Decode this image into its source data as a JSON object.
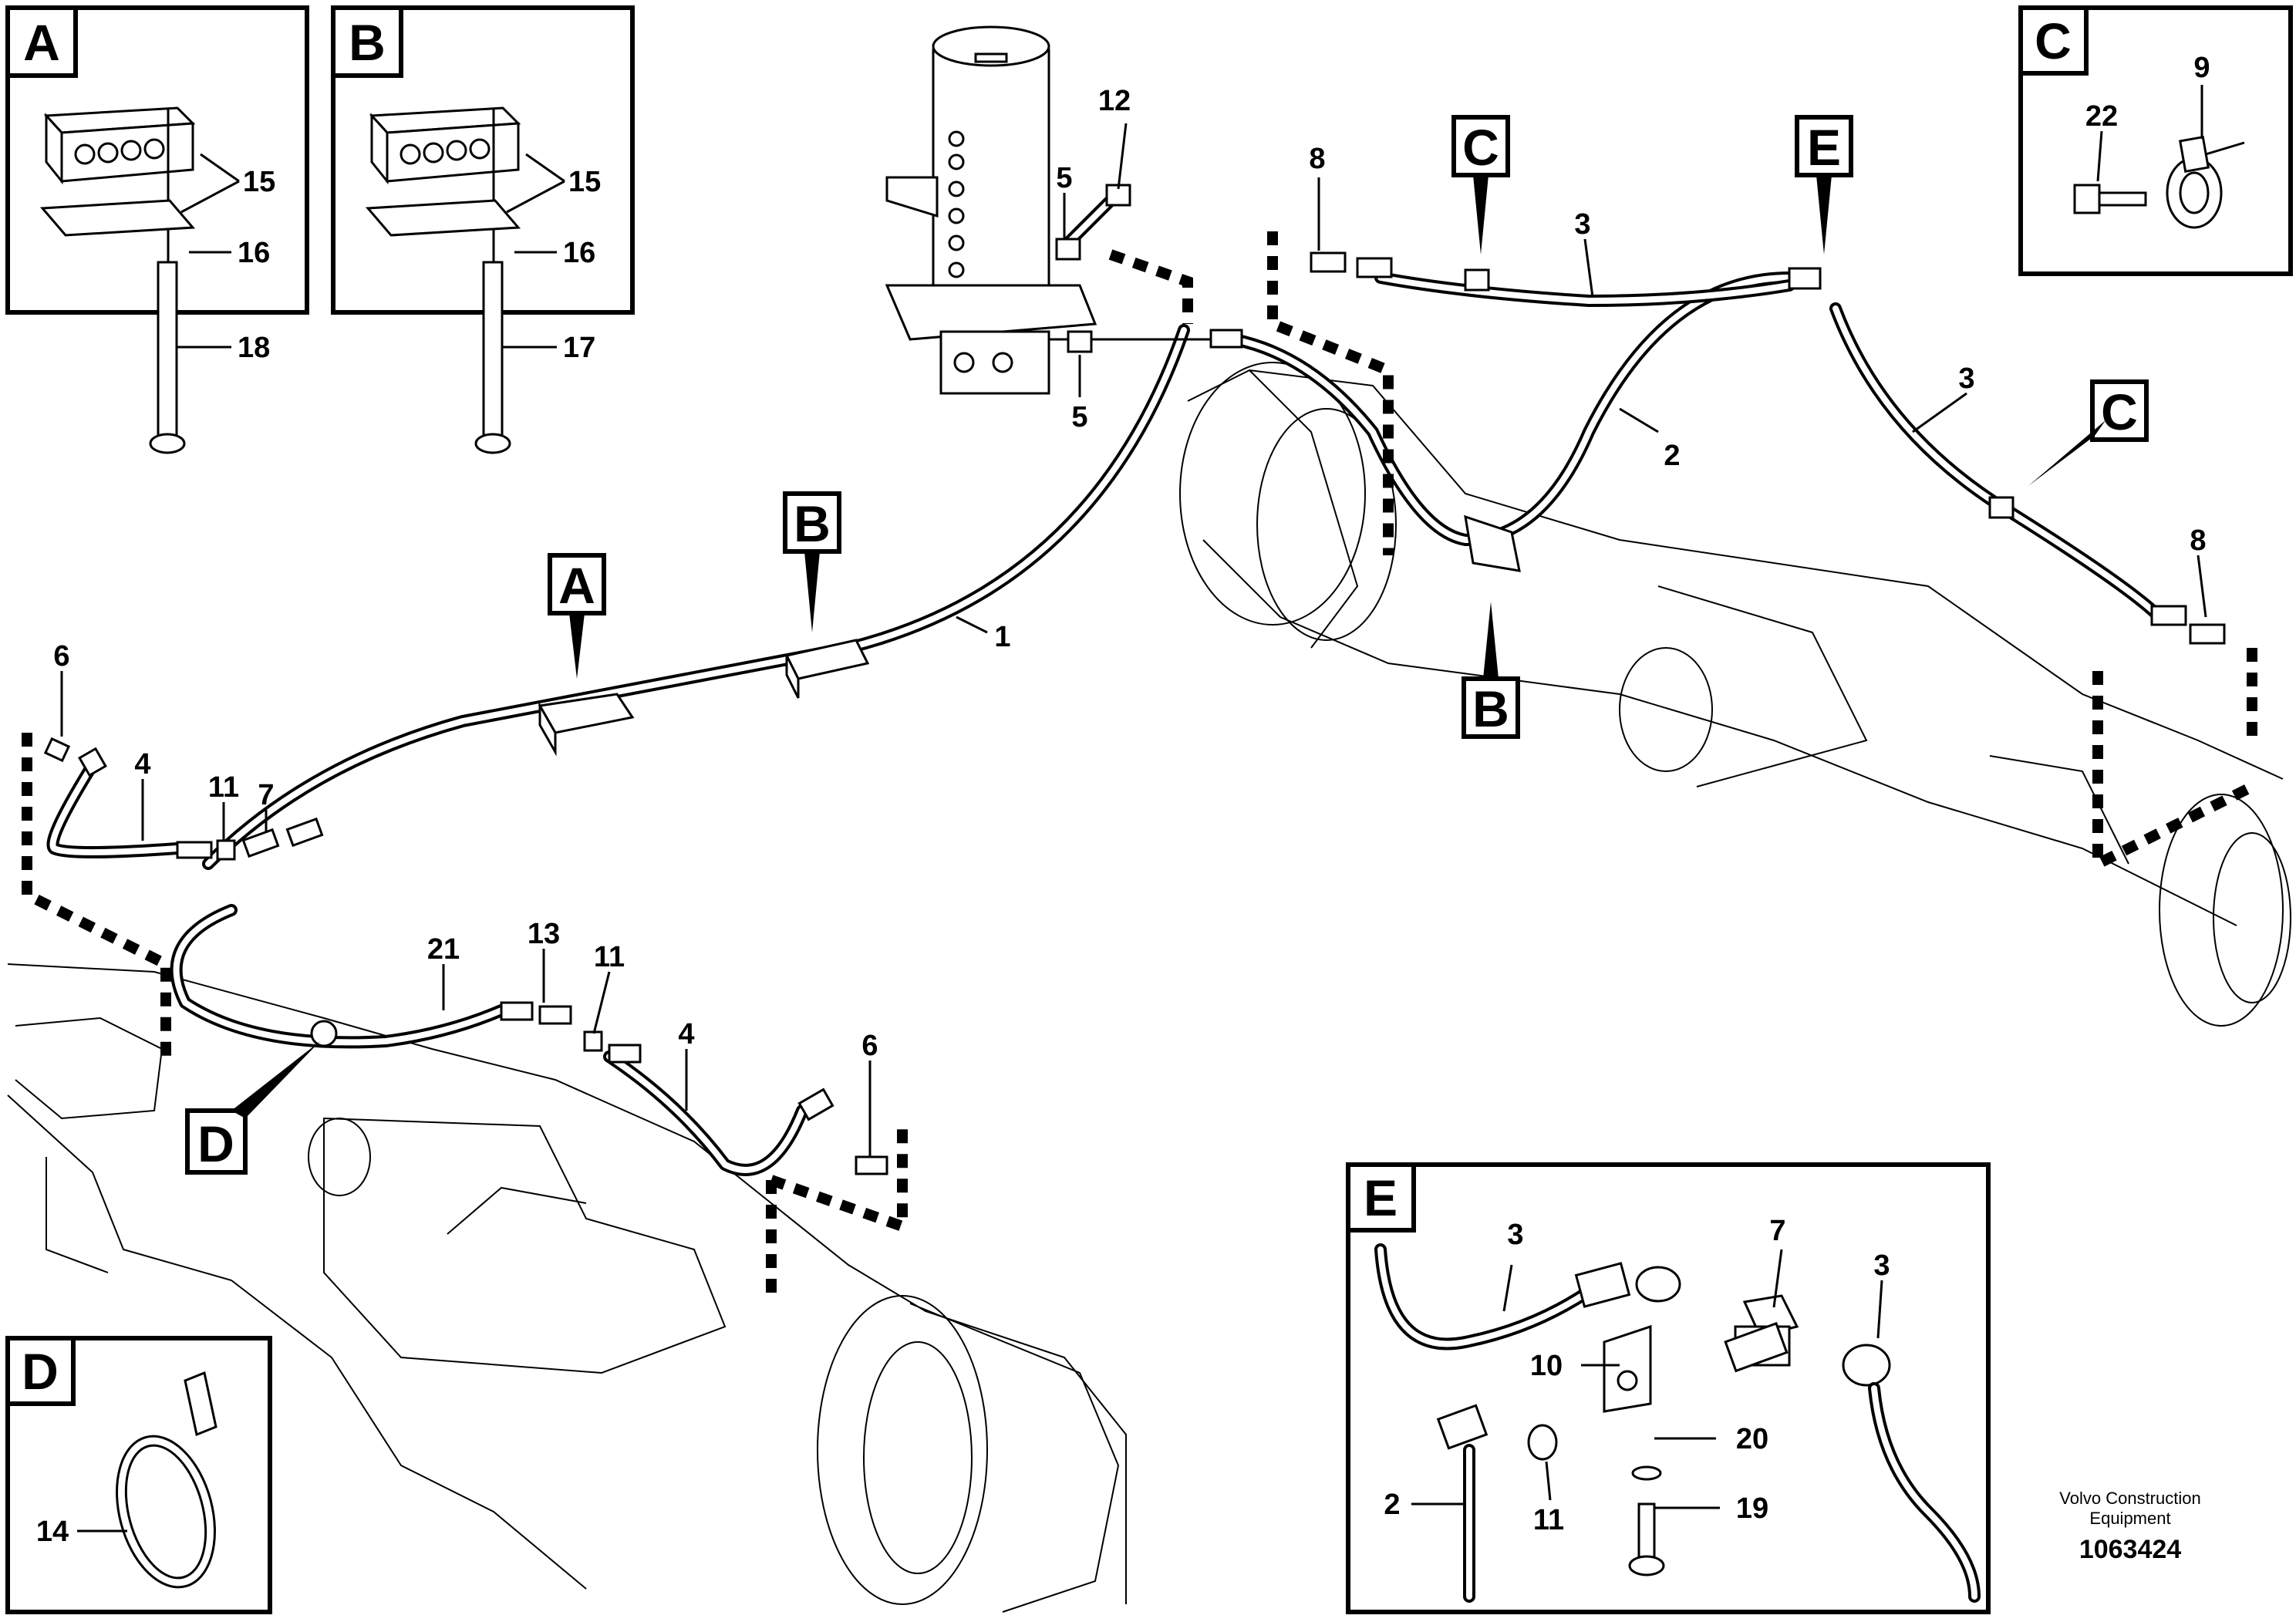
{
  "insets": {
    "A": {
      "letter": "A",
      "labels": [
        "15",
        "16",
        "18"
      ]
    },
    "B": {
      "letter": "B",
      "labels": [
        "15",
        "16",
        "17"
      ]
    },
    "C": {
      "letter": "C",
      "labels": [
        "9",
        "22"
      ]
    },
    "D": {
      "letter": "D",
      "labels": [
        "14"
      ]
    },
    "E": {
      "letter": "E",
      "labels": [
        "3",
        "7",
        "3",
        "10",
        "20",
        "19",
        "2",
        "11"
      ]
    }
  },
  "main_callouts": {
    "A": "A",
    "B_left": "B",
    "B_right": "B",
    "C_top": "C",
    "C_right": "C",
    "D": "D",
    "E": "E"
  },
  "part_labels": {
    "p12": "12",
    "p5a": "5",
    "p5b": "5",
    "p8a": "8",
    "p3a": "3",
    "p2": "2",
    "p3b": "3",
    "p8b": "8",
    "p1": "1",
    "p6a": "6",
    "p4a": "4",
    "p11a": "11",
    "p7": "7",
    "p21": "21",
    "p13": "13",
    "p11b": "11",
    "p4b": "4",
    "p6b": "6"
  },
  "footer": {
    "credit_line1": "Volvo Construction",
    "credit_line2": "Equipment",
    "doc_number": "1063424"
  }
}
